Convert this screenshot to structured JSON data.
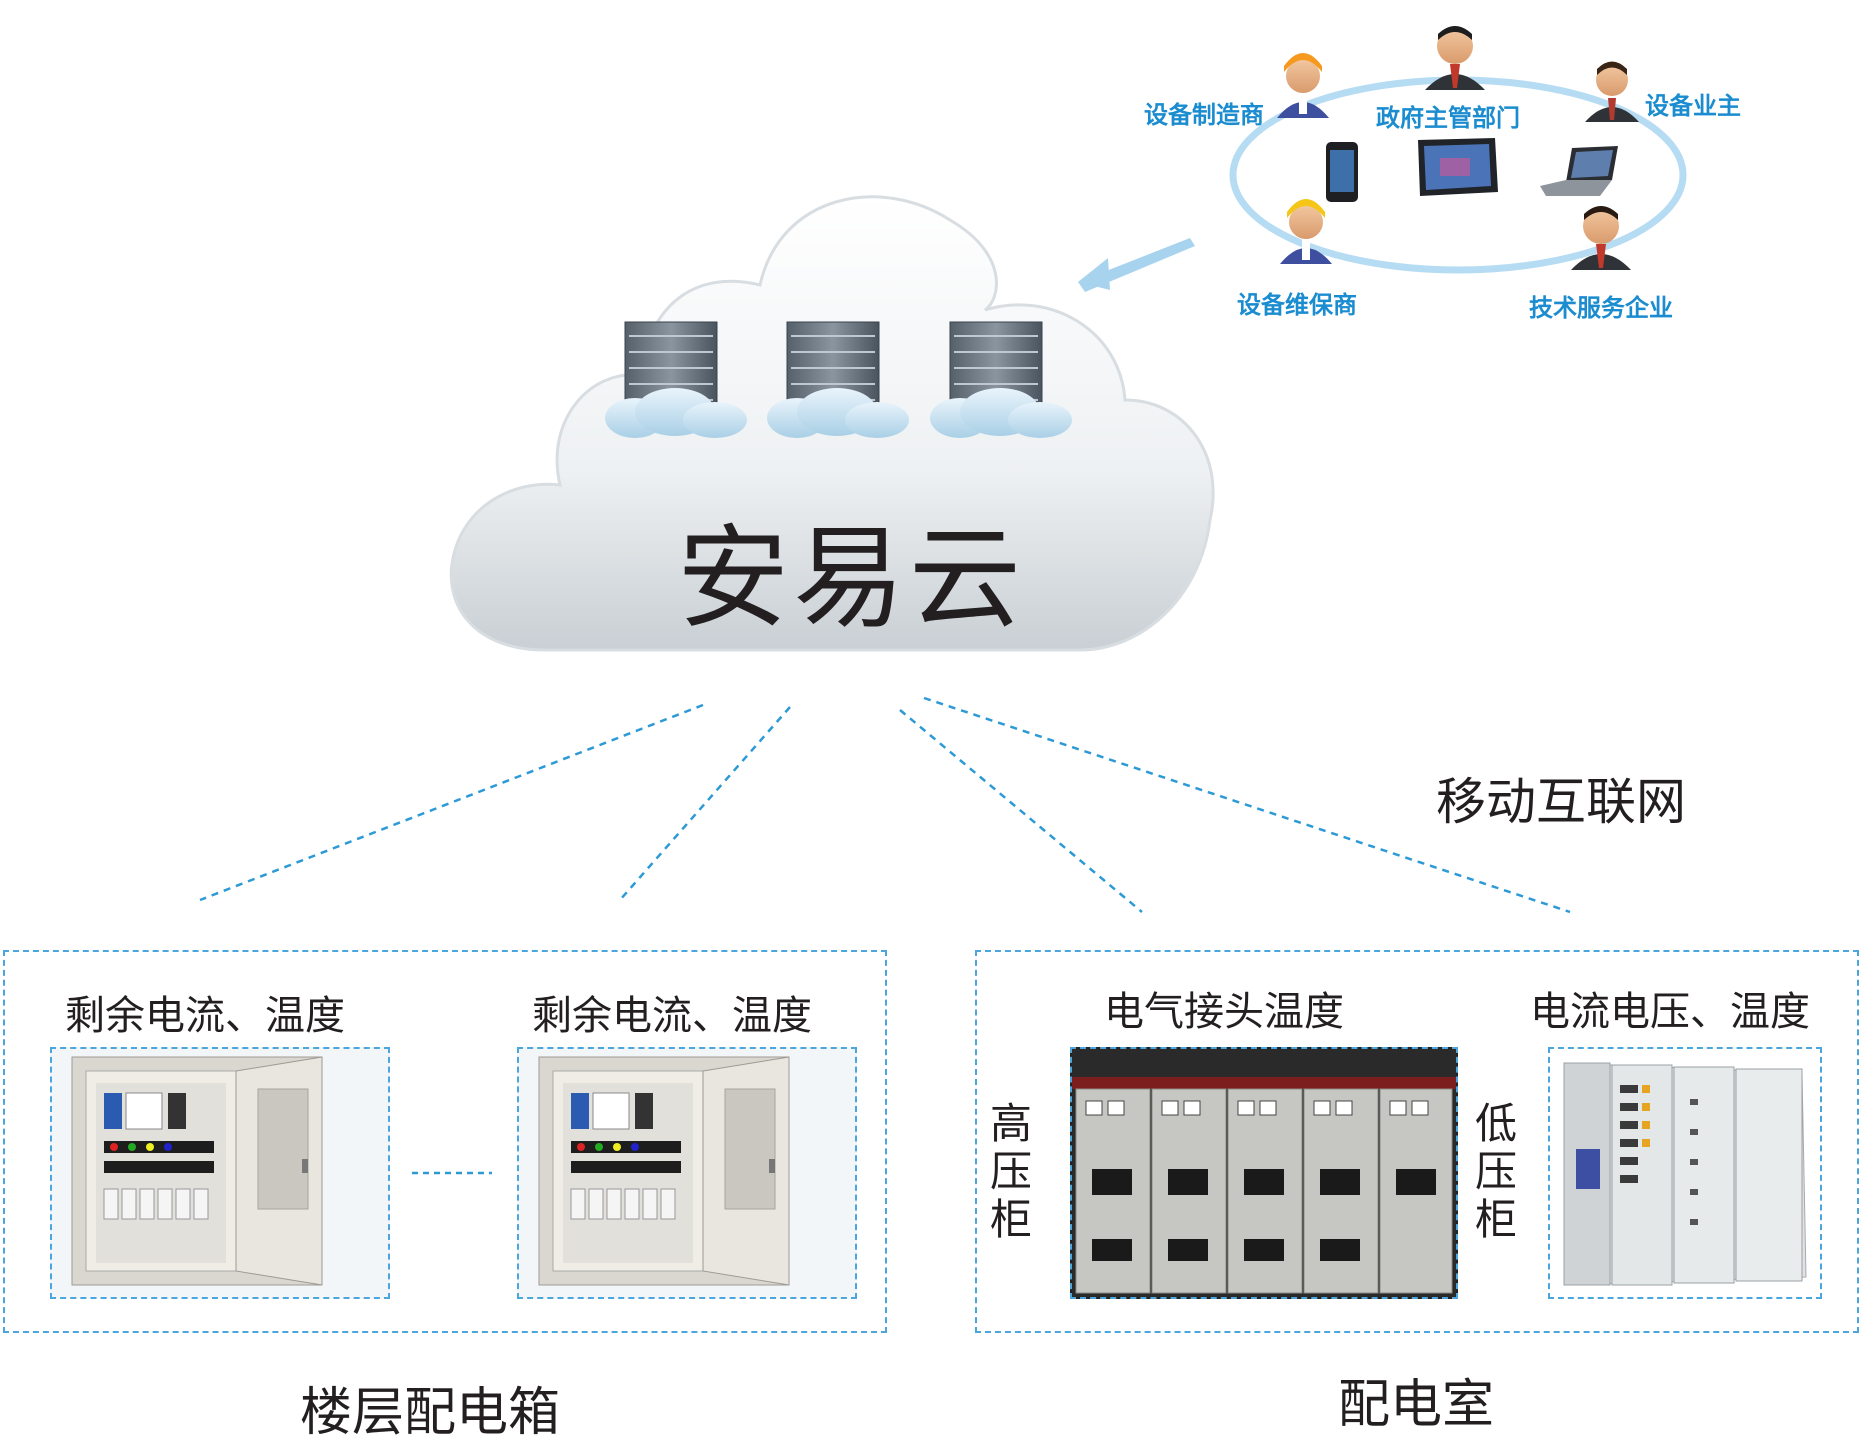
{
  "cloud": {
    "name": "安易云"
  },
  "network_label": "移动互联网",
  "stakeholders": {
    "manufacturer": "设备制造商",
    "government": "政府主管部门",
    "owner": "设备业主",
    "maintainer": "设备维保商",
    "service": "技术服务企业"
  },
  "floor_section": {
    "title": "楼层配电箱",
    "item1_caption": "剩余电流、温度",
    "item2_caption": "剩余电流、温度"
  },
  "room_section": {
    "title": "配电室",
    "hv_caption": "电气接头温度",
    "lv_caption": "电流电压、温度",
    "hv_label": "高压柜",
    "lv_label": "低压柜"
  },
  "colors": {
    "accent": "#1a8ccf",
    "dashed": "#4aa6dd",
    "text": "#231f20"
  },
  "icons": [
    "person-icon",
    "smartphone-icon",
    "tablet-icon",
    "laptop-icon",
    "server-icon",
    "cabinet-photo"
  ]
}
